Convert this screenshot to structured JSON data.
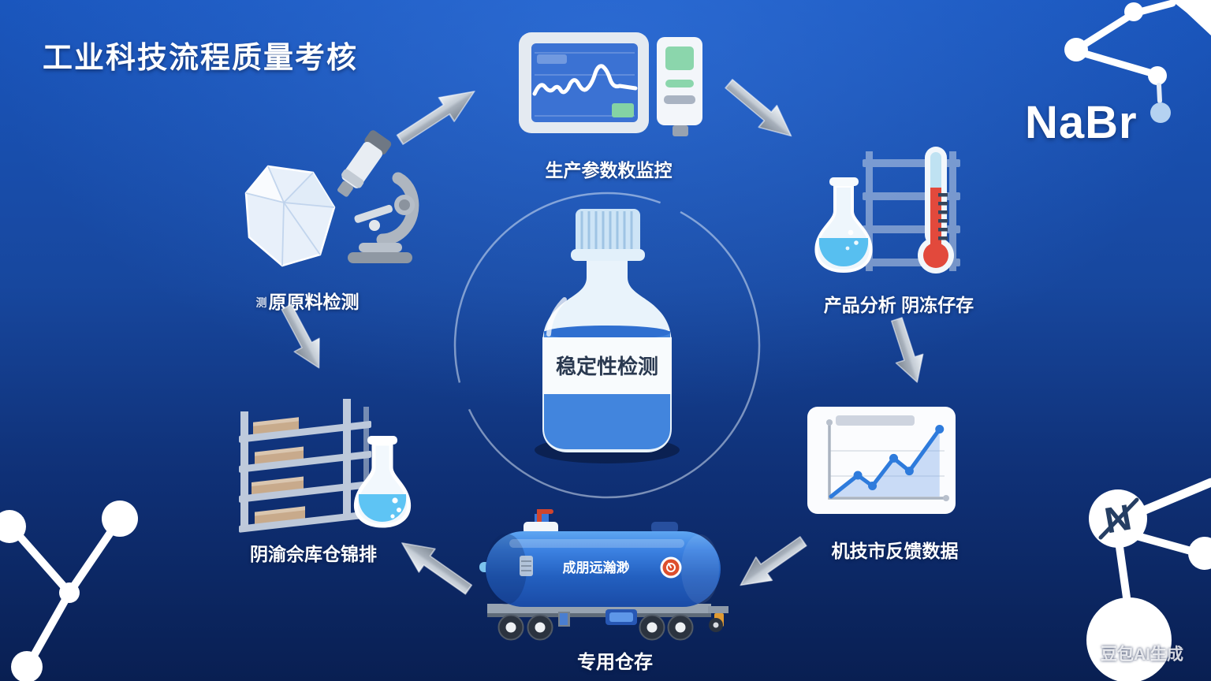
{
  "title": "工业科技流程质量考核",
  "formula": "NaBr",
  "watermark": "豆包AI生成",
  "nodes": {
    "production": {
      "label": "生产参数敉监控"
    },
    "raw_material": {
      "prefix": "测",
      "label": "原原料检测"
    },
    "analysis": {
      "label": "产品分析 阴冻仔存"
    },
    "stability": {
      "label": "稳定性检测"
    },
    "warehouse": {
      "label": "阴渝佘库仓锦排"
    },
    "transport": {
      "tank_text": "成朋远瀚渺",
      "label": "专用仓存"
    },
    "feedback": {
      "label": "机技市反馈数据"
    }
  },
  "molecule": {
    "n_node": "N"
  },
  "colors": {
    "background_top": "#1a56bd",
    "background_bottom": "#091f52",
    "accent_green": "#84d3a4",
    "liquid_blue": "#57bff0",
    "thermometer_red": "#e2493c",
    "tank_blue": "#2563c4",
    "chart_line": "#2e7bdc",
    "badge_red": "#dd4f2e"
  },
  "chart_data": {
    "type": "line",
    "title": "",
    "x_norm": [
      0,
      0.24,
      0.37,
      0.56,
      0.7,
      0.97
    ],
    "y_norm": [
      1.0,
      0.7,
      0.85,
      0.46,
      0.64,
      0.05
    ],
    "marker_indices": [
      1,
      2,
      3,
      4,
      5
    ],
    "line_color": "#2e7bdc",
    "area_fill": "rgba(130,175,235,0.42)"
  }
}
